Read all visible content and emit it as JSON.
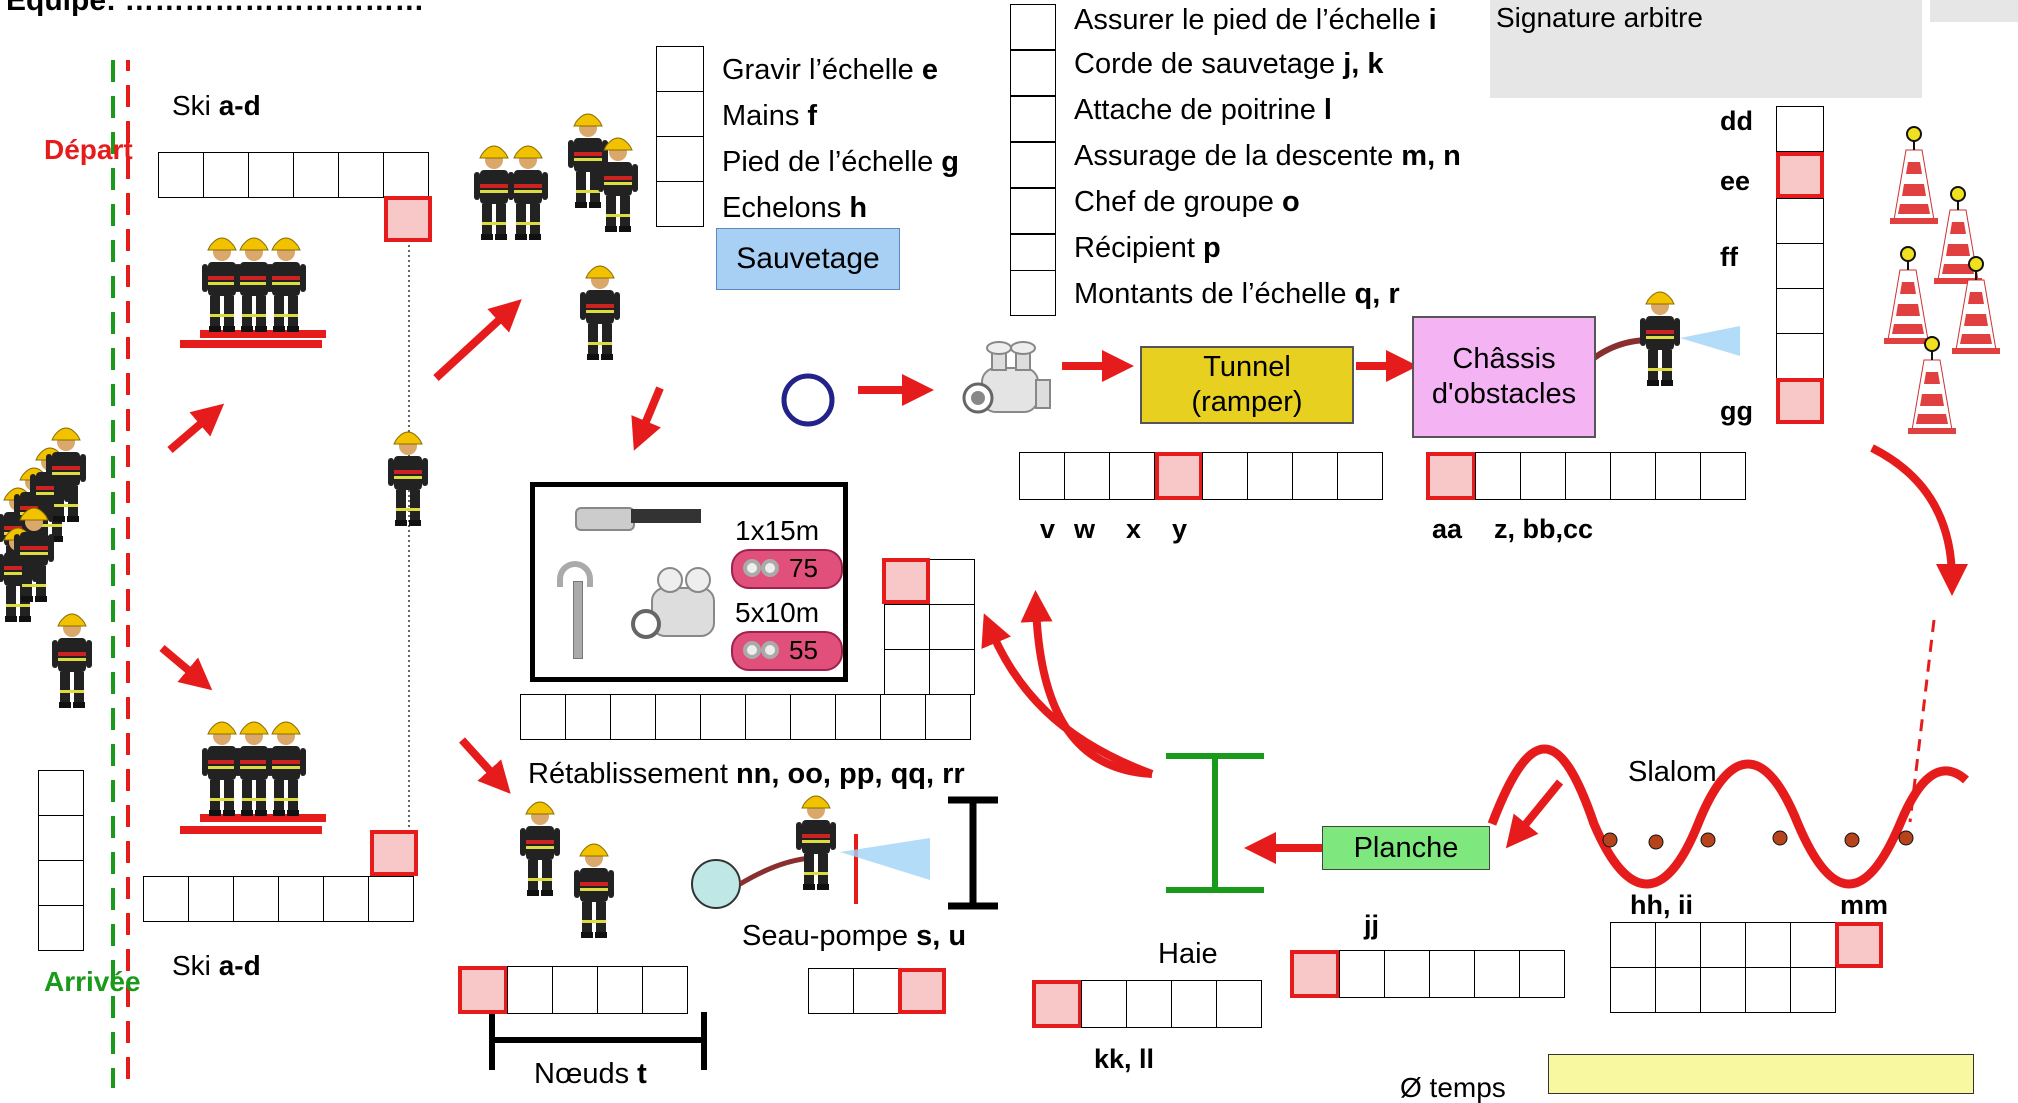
{
  "header": {
    "team_label": "Equipe: …………………………",
    "referee_signature": "Signature arbitre"
  },
  "labels": {
    "depart": "Départ",
    "arrivee": "Arrivée",
    "ski_top_prefix": "Ski ",
    "ski_top_letters": "a-d",
    "ski_bottom_prefix": "Ski ",
    "ski_bottom_letters": "a-d",
    "sauvetage": "Sauvetage",
    "tunnel": "Tunnel (ramper)",
    "chassis": "Châssis d'obstacles",
    "planche": "Planche",
    "slalom": "Slalom",
    "haie": "Haie",
    "retablissement_prefix": "Rétablissement ",
    "retablissement_letters": "nn, oo, pp, qq, rr",
    "seau_pompe_prefix": "Seau-pompe  ",
    "seau_pompe_letters": "s, u",
    "noeuds_prefix": "Nœuds  ",
    "noeuds_letters": "t",
    "temps": "Ø temps"
  },
  "ladder_checklist": [
    {
      "text": "Gravir l’échelle ",
      "letters": "e"
    },
    {
      "text": "Mains ",
      "letters": "f"
    },
    {
      "text": "Pied de l’échelle ",
      "letters": "g"
    },
    {
      "text": "Echelons ",
      "letters": "h"
    }
  ],
  "rescue_checklist": [
    {
      "text": "Assurer le pied de l’échelle ",
      "letters": "i"
    },
    {
      "text": "Corde de sauvetage  ",
      "letters": "j, k"
    },
    {
      "text": "Attache de poitrine  ",
      "letters": "l"
    },
    {
      "text": "Assurage de la descente ",
      "letters": "m, n"
    },
    {
      "text": "Chef de groupe ",
      "letters": "o"
    },
    {
      "text": "Récipient ",
      "letters": "p"
    },
    {
      "text": "Montants de l’échelle ",
      "letters": "q, r"
    }
  ],
  "letter_codes": {
    "v": "v",
    "w": "w",
    "x": "x",
    "y": "y",
    "aa": "aa",
    "z_bb_cc": "z, bb,cc",
    "dd": "dd",
    "ee": "ee",
    "ff": "ff",
    "gg": "gg",
    "hh_ii": "hh, ii",
    "mm": "mm",
    "jj": "jj",
    "kk_ll": "kk, ll"
  },
  "equipment": {
    "hose_1": "1x15m",
    "hose_1_num": "75",
    "hose_2": "5x10m",
    "hose_2_num": "55"
  },
  "colors": {
    "red": "#e61c1c",
    "green": "#1a9a1a",
    "sauvetage_bg": "#a8d0f5",
    "tunnel_bg": "#e8d020",
    "chassis_bg": "#f4b4f4",
    "planche_bg": "#7ee87e",
    "signature_bg": "#e6e6e6",
    "temps_bg": "#f8f8a0"
  }
}
